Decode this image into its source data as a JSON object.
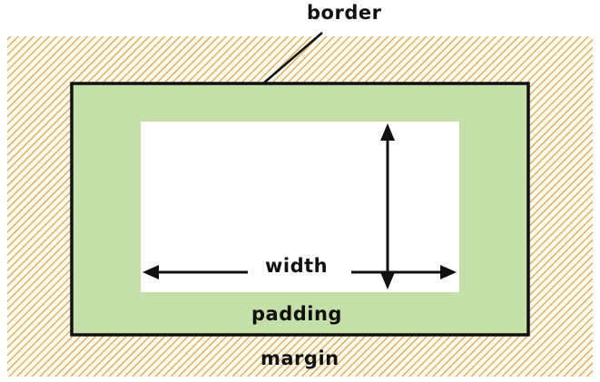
{
  "labels": {
    "border": "border",
    "width": "width",
    "padding": "padding",
    "margin": "margin"
  },
  "colors": {
    "margin_hatch": "#d9a040",
    "padding_fill": "#c5dfa8",
    "content_fill": "#ffffff",
    "border_stroke": "#111111",
    "arrow": "#111111"
  }
}
